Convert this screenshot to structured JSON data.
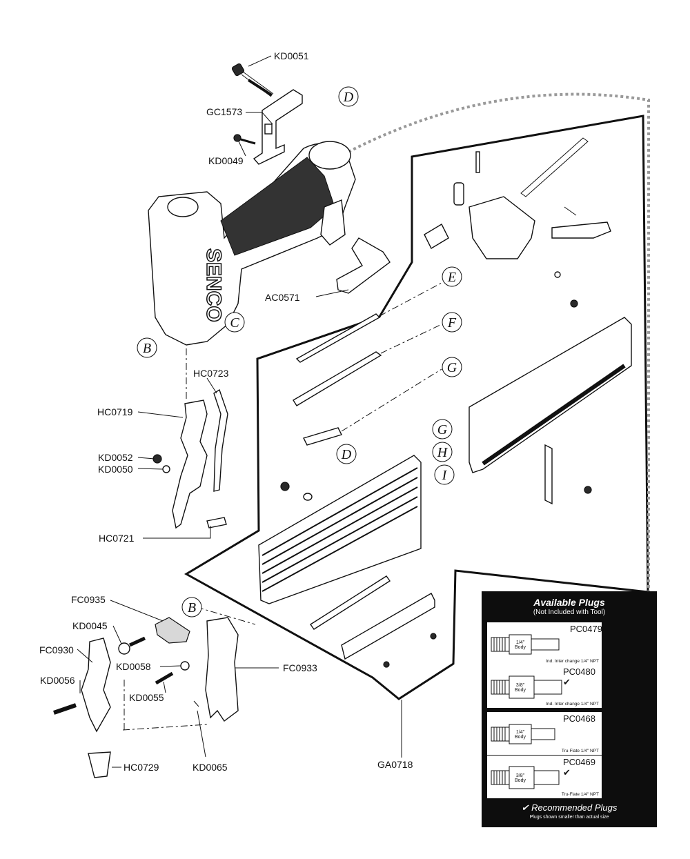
{
  "callouts": {
    "KD0051": "KD0051",
    "GC1573": "GC1573",
    "KD0049": "KD0049",
    "AC0571": "AC0571",
    "HC0723": "HC0723",
    "HC0719": "HC0719",
    "KD0052": "KD0052",
    "KD0050": "KD0050",
    "HC0721": "HC0721",
    "FC0935": "FC0935",
    "KD0045": "KD0045",
    "FC0930": "FC0930",
    "KD0058": "KD0058",
    "FC0933": "FC0933",
    "KD0056": "KD0056",
    "KD0055": "KD0055",
    "HC0729": "HC0729",
    "KD0065": "KD0065",
    "GA0718": "GA0718"
  },
  "circled_refs": {
    "D_top": "D",
    "C": "C",
    "B_top": "B",
    "E": "E",
    "F": "F",
    "G_top": "G",
    "G_side": "G",
    "H": "H",
    "I": "I",
    "D_mid": "D",
    "B_bottom": "B"
  },
  "tool_brand": "SENCO",
  "plugs": {
    "title": "Available Plugs",
    "subtitle": "(Not Included with Tool)",
    "items": [
      {
        "code": "PC0479",
        "check": "",
        "body": "1/4\" Body",
        "note": "Ind. Inter change 1/4\" NPT"
      },
      {
        "code": "PC0480",
        "check": "✔",
        "body": "3/8\" Body",
        "note": "Ind. Inter change 1/4\" NPT"
      },
      {
        "code": "PC0468",
        "check": "",
        "body": "1/4\" Body",
        "note": "Tru-Flate 1/4\" NPT"
      },
      {
        "code": "PC0469",
        "check": "✔",
        "body": "3/8\" Body",
        "note": "Tru-Flate 1/4\" NPT"
      }
    ],
    "recommended": "✔ Recommended Plugs",
    "recommended_note": "Plugs shown smaller than actual size"
  },
  "colors": {
    "panel": "#0d0d0d",
    "ink": "#111111",
    "connector": "#999999"
  }
}
